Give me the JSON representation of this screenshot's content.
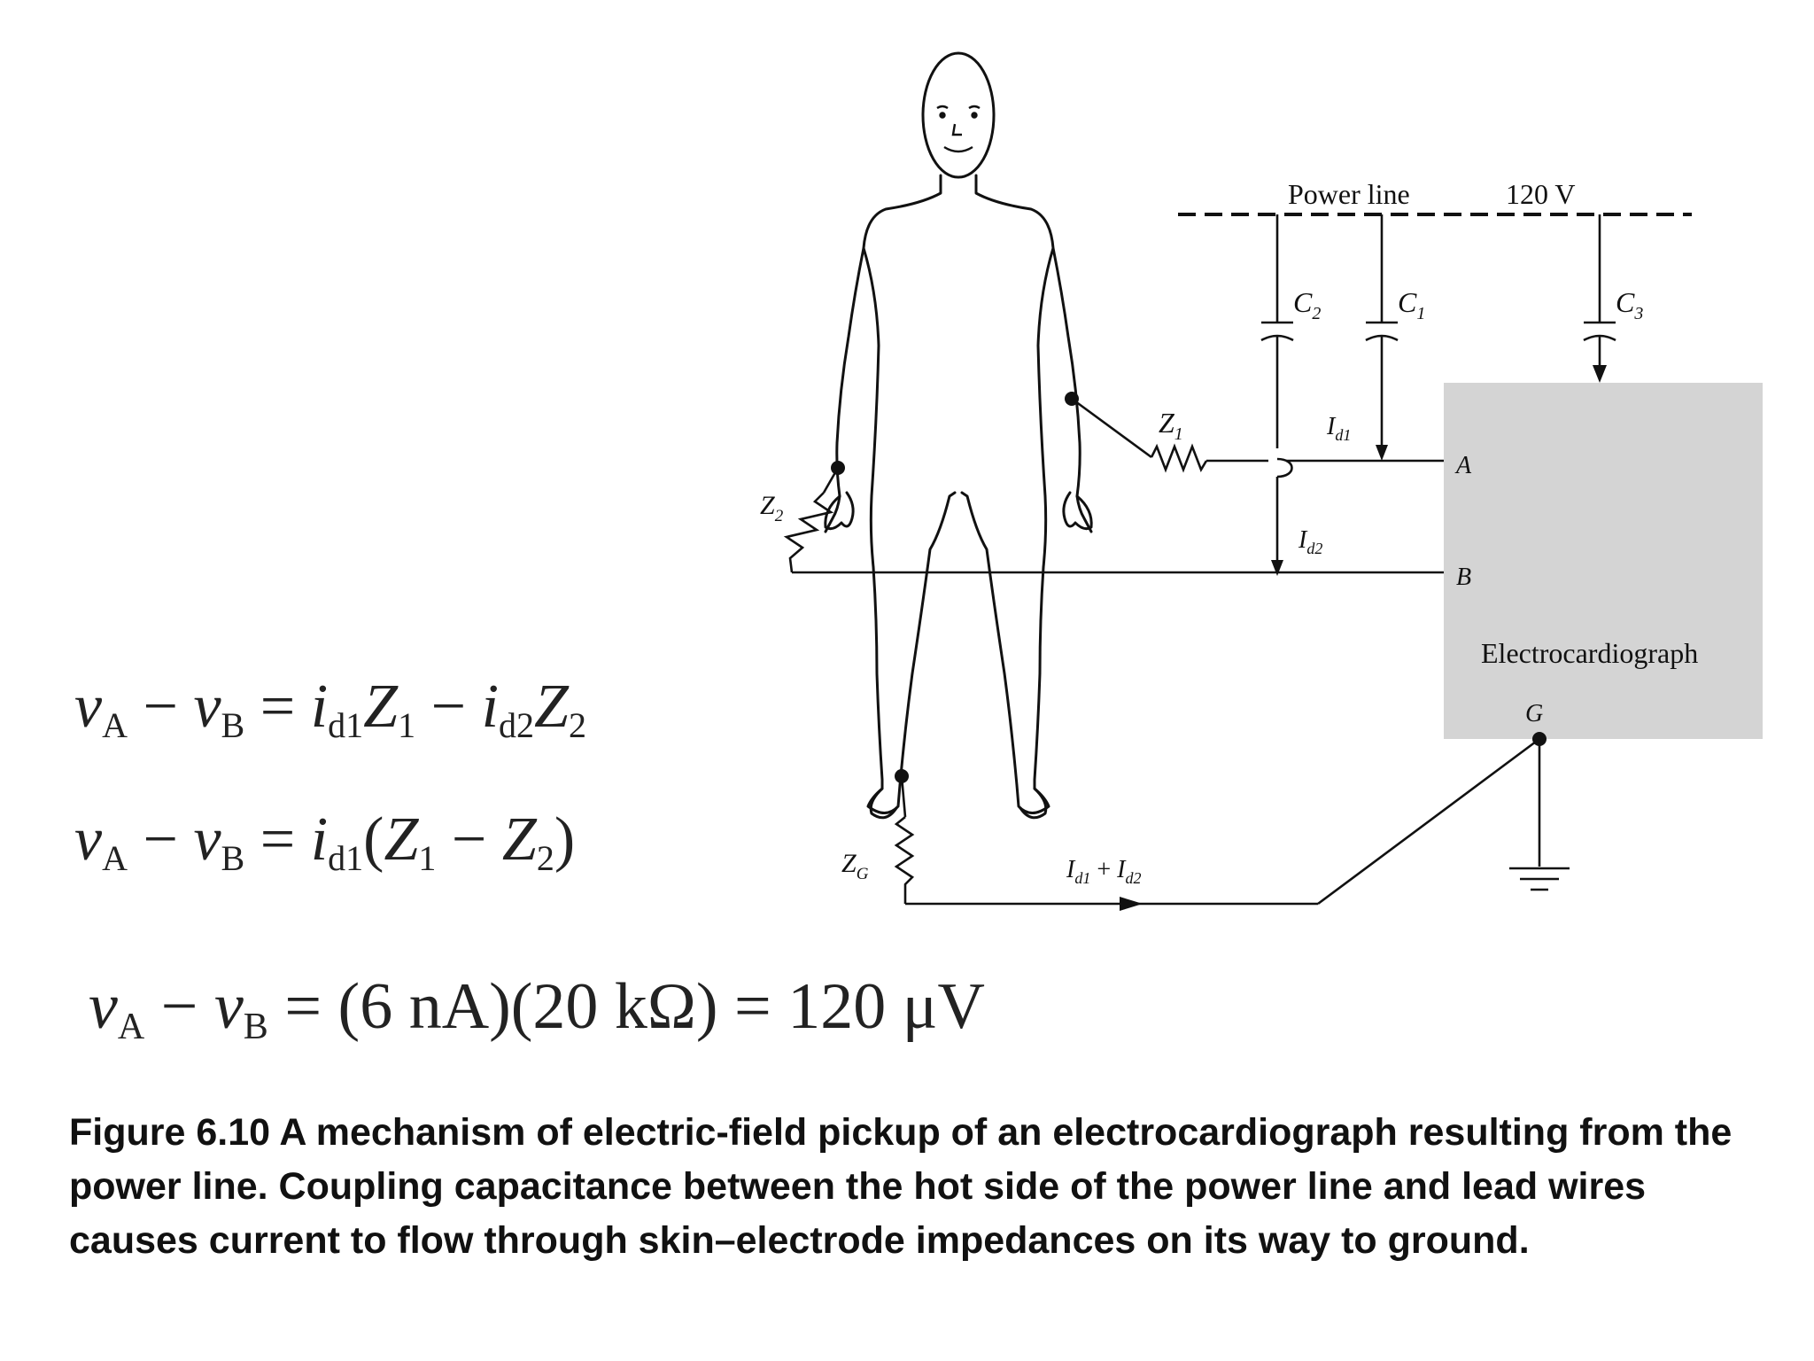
{
  "labels": {
    "power_line": "Power line",
    "voltage": "120 V",
    "c1": "C",
    "c1_sub": "1",
    "c2": "C",
    "c2_sub": "2",
    "c3": "C",
    "c3_sub": "3",
    "z1": "Z",
    "z1_sub": "1",
    "z2": "Z",
    "z2_sub": "2",
    "zg": "Z",
    "zg_sub": "G",
    "id1": "I",
    "id1_sub": "d1",
    "id2": "I",
    "id2_sub": "d2",
    "isum_a": "I",
    "isum_a_sub": "d1",
    "isum_plus": " + ",
    "isum_b": "I",
    "isum_b_sub": "d2",
    "node_a": "A",
    "node_b": "B",
    "node_g": "G",
    "device": "Electrocardiograph"
  },
  "equations": {
    "eq1": {
      "va": "v",
      "va_sub": "A",
      "minus": " − ",
      "vb": "v",
      "vb_sub": "B",
      "eq": " = ",
      "i1": "i",
      "i1_sub": "d1",
      "z1": "Z",
      "z1_sub": "1",
      "minus2": " − ",
      "i2": "i",
      "i2_sub": "d2",
      "z2": "Z",
      "z2_sub": "2"
    },
    "eq2": {
      "va": "v",
      "va_sub": "A",
      "minus": " − ",
      "vb": "v",
      "vb_sub": "B",
      "eq": " = ",
      "i1": "i",
      "i1_sub": "d1",
      "open": "(",
      "z1": "Z",
      "z1_sub": "1",
      "minus2": " − ",
      "z2": "Z",
      "z2_sub": "2",
      "close": ")"
    },
    "eq3": {
      "va": "v",
      "va_sub": "A",
      "minus": " − ",
      "vb": "v",
      "vb_sub": "B",
      "rest": " = (6 nA)(20 kΩ) = 120 μV"
    }
  },
  "caption": "Figure 6.10 A mechanism of electric-field pickup of an electrocardiograph resulting from the power line. Coupling capacitance between the hot side of the power line and lead wires causes current to flow through skin–electrode impedances on its way to ground.",
  "colors": {
    "device_fill": "#d4d4d4",
    "ink": "#111111"
  }
}
